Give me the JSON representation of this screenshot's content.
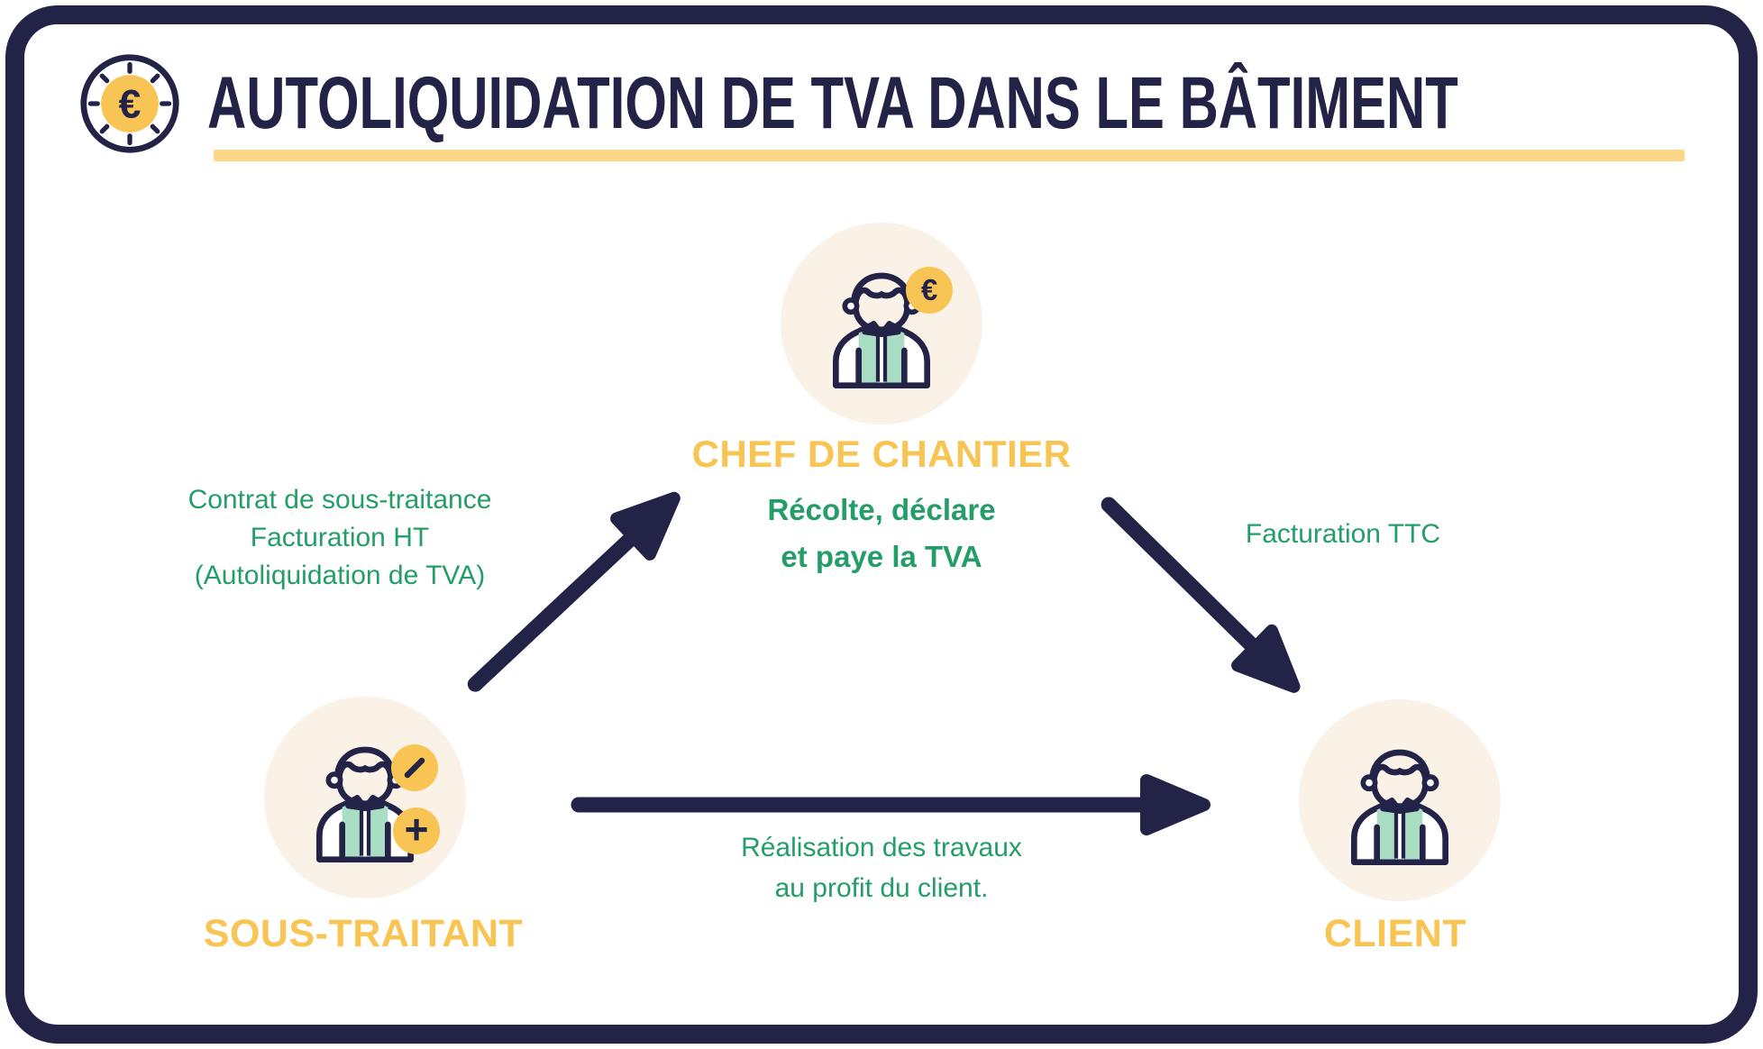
{
  "header": {
    "title": "AUTOLIQUIDATION DE TVA DANS LE BÂTIMENT",
    "icon": {
      "name": "euro-coin-icon",
      "glyph": "€"
    }
  },
  "colors": {
    "navy": "#232247",
    "yellow": "#F8C454",
    "underline_yellow": "#FED687",
    "green": "#249D68",
    "circle_cream": "#FAF2E7",
    "shirt_teal": "#A9DEC5",
    "background": "#FFFFFF"
  },
  "nodes": {
    "chef": {
      "label": "CHEF DE CHANTIER",
      "role_lines": [
        "Récolte, déclare",
        "et paye la TVA"
      ],
      "badges": [
        {
          "name": "euro-badge-icon",
          "glyph": "€"
        }
      ]
    },
    "sous_traitant": {
      "label": "SOUS-TRAITANT",
      "badges": [
        {
          "name": "pencil-badge-icon",
          "glyph": ""
        },
        {
          "name": "plus-badge-icon",
          "glyph": "+"
        }
      ]
    },
    "client": {
      "label": "CLIENT",
      "badges": []
    }
  },
  "edges": {
    "sous_to_chef": {
      "from": "SOUS-TRAITANT",
      "to": "CHEF DE CHANTIER",
      "label_lines": [
        "Contrat de sous-traitance",
        "Facturation HT",
        "(Autoliquidation de TVA)"
      ]
    },
    "chef_to_client": {
      "from": "CHEF DE CHANTIER",
      "to": "CLIENT",
      "label_lines": [
        "Facturation TTC"
      ]
    },
    "sous_to_client": {
      "from": "SOUS-TRAITANT",
      "to": "CLIENT",
      "label_lines": [
        "Réalisation des travaux",
        "au profit du client."
      ]
    }
  }
}
